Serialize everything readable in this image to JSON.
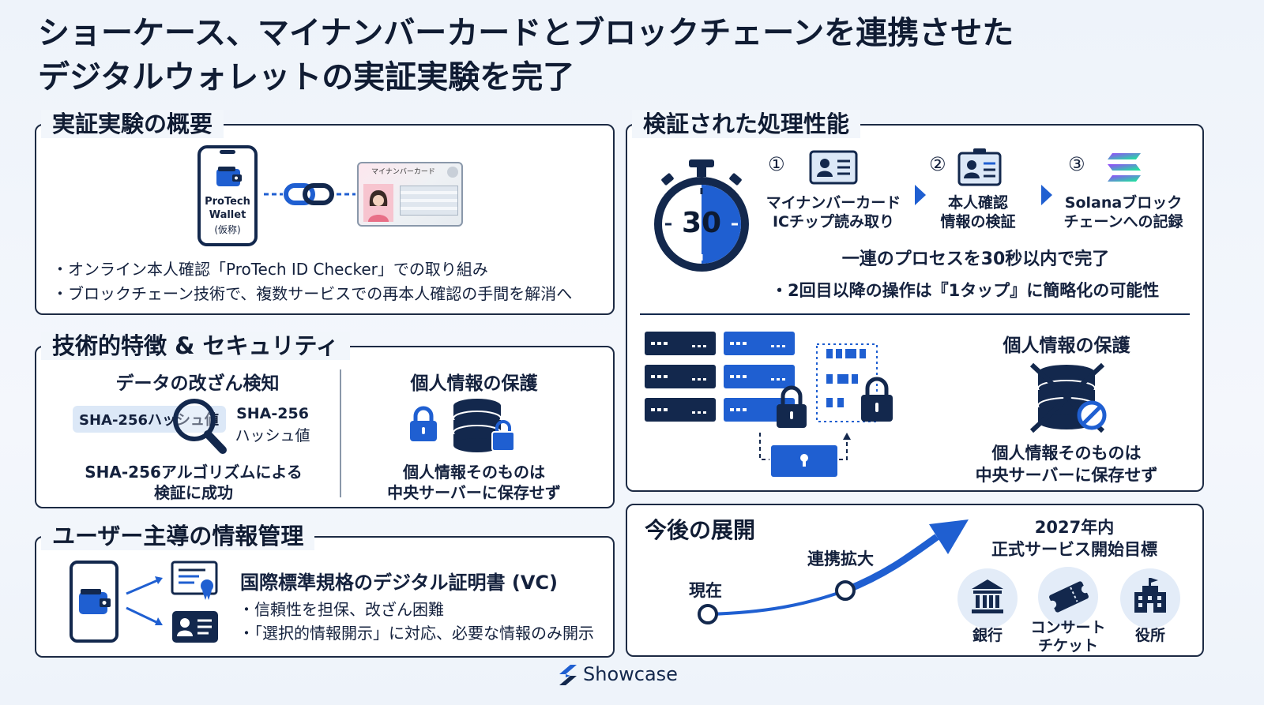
{
  "title": {
    "line1": "ショーケース、マイナンバーカードとブロックチェーンを連携させた",
    "line2": "デジタルウォレットの実証実験を完了"
  },
  "overview": {
    "heading": "実証実験の概要",
    "wallet_label_1": "ProTech",
    "wallet_label_2": "Wallet",
    "wallet_label_3": "(仮称)",
    "card_title": "マイナンバーカード",
    "bullets": [
      "・オンライン本人確認「ProTech ID Checker」での取り組み",
      "・ブロックチェーン技術で、複数サービスでの再本人確認の手間を解消へ"
    ]
  },
  "tech": {
    "heading": "技術的特徴 & セキュリティ",
    "tamper_title": "データの改ざん検知",
    "hash_chip": "SHA-256ハッシュ値",
    "hash_label_1": "SHA-256",
    "hash_label_2": "ハッシュ値",
    "tamper_desc_1": "SHA-256アルゴリズムによる",
    "tamper_desc_2": "検証に成功",
    "privacy_title": "個人情報の保護",
    "privacy_desc_1": "個人情報そのものは",
    "privacy_desc_2": "中央サーバーに保存せず"
  },
  "user": {
    "heading": "ユーザー主導の情報管理",
    "vc_title": "国際標準規格のデジタル証明書 (VC)",
    "bullets": [
      "・信頼性を担保、改ざん困難",
      "・「選択的情報開示」に対応、必要な情報のみ開示"
    ]
  },
  "performance": {
    "heading": "検証された処理性能",
    "timer_value": "30",
    "steps": [
      {
        "num": "①",
        "line1": "マイナンバーカード",
        "line2": "ICチップ読み取り"
      },
      {
        "num": "②",
        "line1": "本人確認",
        "line2": "情報の検証"
      },
      {
        "num": "③",
        "line1": "Solanaブロック",
        "line2": "チェーンへの記録"
      }
    ],
    "summary": "一連のプロセスを30秒以内で完了",
    "note": "・2回目以降の操作は『1タップ』に簡略化の可能性",
    "privacy_title": "個人情報の保護",
    "privacy_desc_1": "個人情報そのものは",
    "privacy_desc_2": "中央サーバーに保存せず"
  },
  "future": {
    "heading": "今後の展開",
    "points": [
      "現在",
      "連携拡大"
    ],
    "goal_1": "2027年内",
    "goal_2": "正式サービス開始目標",
    "services": [
      {
        "label_1": "銀行",
        "label_2": "",
        "icon": "bank-icon"
      },
      {
        "label_1": "コンサート",
        "label_2": "チケット",
        "icon": "ticket-icon"
      },
      {
        "label_1": "役所",
        "label_2": "",
        "icon": "government-building-icon"
      }
    ]
  },
  "footer": {
    "brand": "Showcase"
  },
  "colors": {
    "navy": "#13284d",
    "blue": "#1f5fd1",
    "accent": "#2b6fe0",
    "light": "#e3ecf8"
  }
}
